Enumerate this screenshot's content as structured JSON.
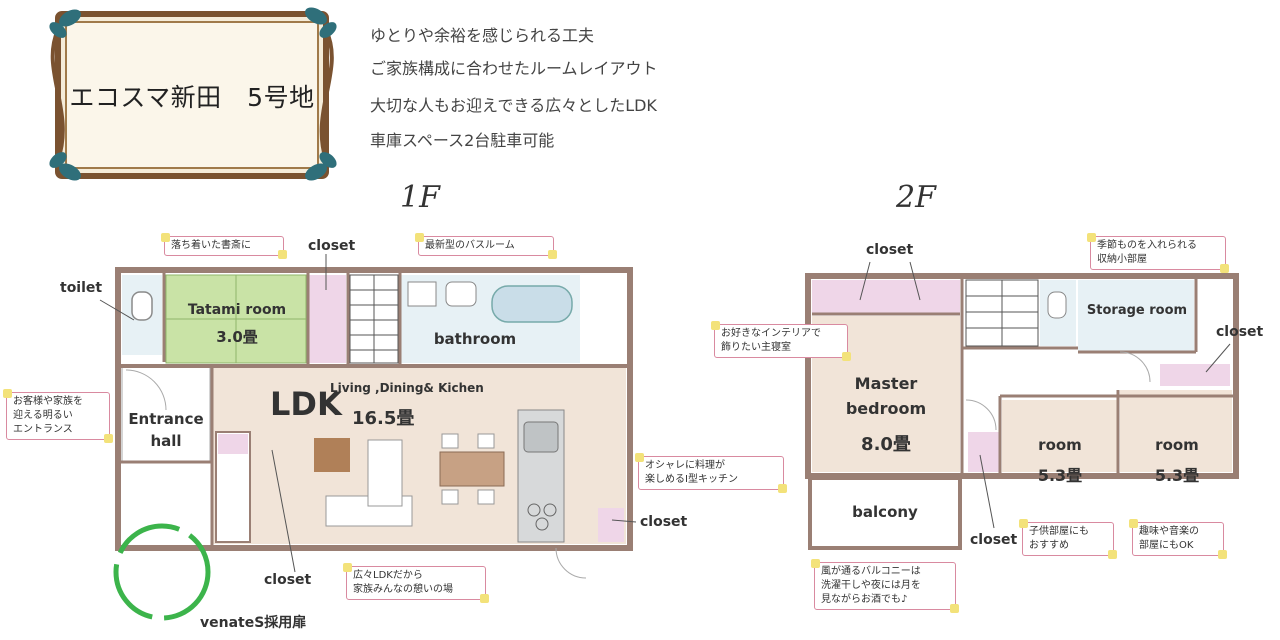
{
  "title": "エコスマ新田　5号地",
  "features": [
    "ゆとりや余裕を感じられる工夫",
    "ご家族構成に合わせたルームレイアウト",
    "大切な人もお迎えできる広々としたLDK",
    "車庫スペース2台駐車可能"
  ],
  "floors": {
    "first": "1F",
    "second": "2F"
  },
  "first_floor": {
    "rooms": {
      "tatami": {
        "name": "Tatami room",
        "size": "3.0畳"
      },
      "bathroom": {
        "name": "bathroom"
      },
      "ldk": {
        "name": "LDK",
        "sub": "Living ,Dining& Kichen",
        "size": "16.5畳"
      },
      "entrance": {
        "line1": "Entrance",
        "line2": "hall"
      }
    },
    "outer_labels": {
      "toilet": "toilet",
      "closet_top": "closet",
      "closet_bottom": "closet",
      "closet_right": "closet",
      "door": "venateS採用扉"
    },
    "notes": {
      "study": "落ち着いた書斎に",
      "bath": "最新型のバスルーム",
      "entrance_l1": "お客様や家族を",
      "entrance_l2": "迎える明るい",
      "entrance_l3": "エントランス",
      "kitchen_l1": "オシャレに料理が",
      "kitchen_l2": "楽しめるI型キッチン",
      "ldk_l1": "広々LDKだから",
      "ldk_l2": "家族みんなの憩いの場"
    }
  },
  "second_floor": {
    "rooms": {
      "master": {
        "line1": "Master",
        "line2": "bedroom",
        "size": "8.0畳"
      },
      "storage": {
        "name": "Storage room"
      },
      "room1": {
        "name": "room",
        "size": "5.3畳"
      },
      "room2": {
        "name": "room",
        "size": "5.3畳"
      },
      "balcony": {
        "name": "balcony"
      }
    },
    "outer_labels": {
      "closet_top": "closet",
      "closet_right": "closet",
      "closet_bottom": "closet"
    },
    "notes": {
      "storage_l1": "季節ものを入れられる",
      "storage_l2": "収納小部屋",
      "master_l1": "お好きなインテリアで",
      "master_l2": "飾りたい主寝室",
      "kids_l1": "子供部屋にも",
      "kids_l2": "おすすめ",
      "hobby_l1": "趣味や音楽の",
      "hobby_l2": "部屋にもOK",
      "balcony_l1": "風が通るバルコニーは",
      "balcony_l2": "洗濯干しや夜には月を",
      "balcony_l3": "見ながらお酒でも♪"
    }
  },
  "colors": {
    "wall": "#9a7f74",
    "floor_wood": "#f1e4d8",
    "tatami": "#c9e3a6",
    "closet": "#efd6e8",
    "wet": "#e7f1f5",
    "frame_wood": "#7a5230",
    "leaf": "#2f6f7a",
    "door_circle": "#3cb44b"
  }
}
